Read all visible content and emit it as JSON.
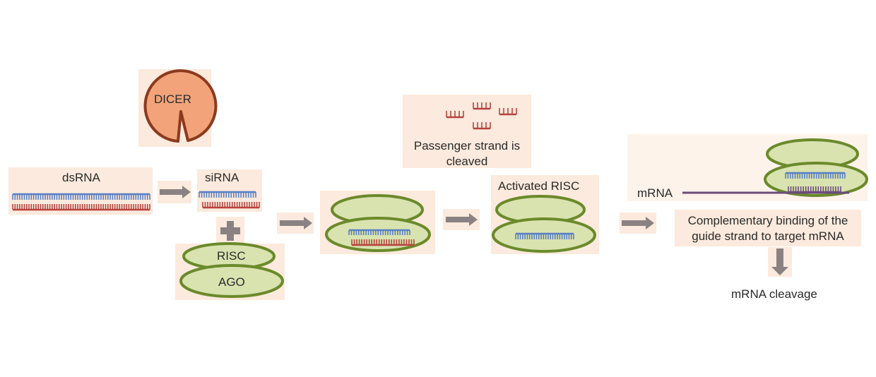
{
  "labels": {
    "dicer": "DICER",
    "dsrna": "dsRNA",
    "sirna": "siRNA",
    "risc": "RISC",
    "ago": "AGO",
    "passenger": "Passenger strand is cleaved",
    "activated_risc": "Activated RISC",
    "mrna": "mRNA",
    "complementary": "Complementary binding of the guide strand to target mRNA",
    "cleavage": "mRNA cleavage"
  },
  "colors": {
    "panel": "#fbeadd",
    "blue_strand": "#5a7fc4",
    "red_strand": "#b8433f",
    "purple_strand": "#6b4c7a",
    "dicer_fill": "#f2a37a",
    "dicer_stroke": "#8b3a1e",
    "complex_fill": "#d9e3b0",
    "complex_stroke": "#6b8a2b",
    "arrow": "#8a8282"
  }
}
